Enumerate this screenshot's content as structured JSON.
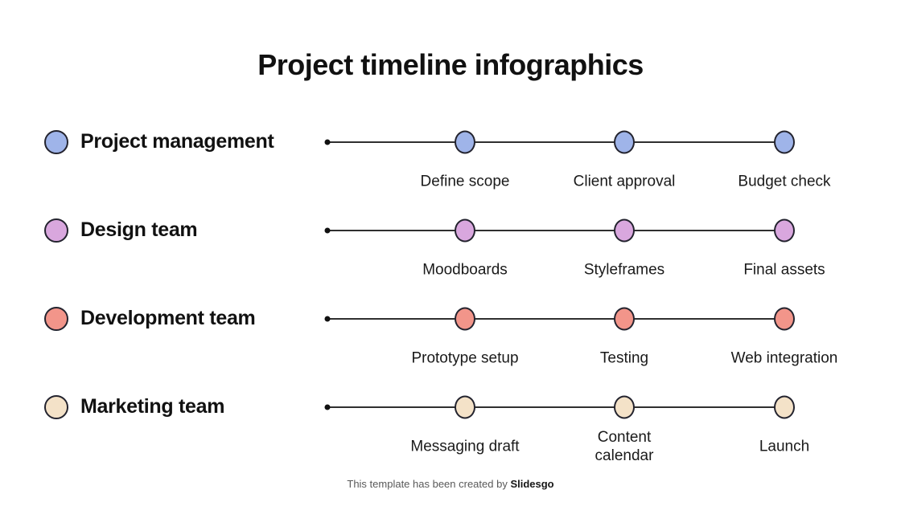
{
  "title": "Project timeline infographics",
  "rows": [
    {
      "name": "Project management",
      "color": "#9fb4e9",
      "milestones": [
        "Define scope",
        "Client approval",
        "Budget check"
      ]
    },
    {
      "name": "Design team",
      "color": "#d9a7de",
      "milestones": [
        "Moodboards",
        "Styleframes",
        "Final assets"
      ]
    },
    {
      "name": "Development team",
      "color": "#f2958a",
      "milestones": [
        "Prototype setup",
        "Testing",
        "Web integration"
      ]
    },
    {
      "name": "Marketing team",
      "color": "#f4e2c8",
      "milestones": [
        "Messaging draft",
        "Content calendar",
        "Launch"
      ]
    }
  ],
  "footer": {
    "text": "This template has been created by ",
    "brand": "Slidesgo"
  },
  "colors": {
    "background": "#ffffff",
    "outline": "#23232e",
    "line": "#2f2f2f",
    "blue": "#9fb4e9",
    "purple": "#d9a7de",
    "salmon": "#f2958a",
    "cream": "#f4e2c8"
  }
}
